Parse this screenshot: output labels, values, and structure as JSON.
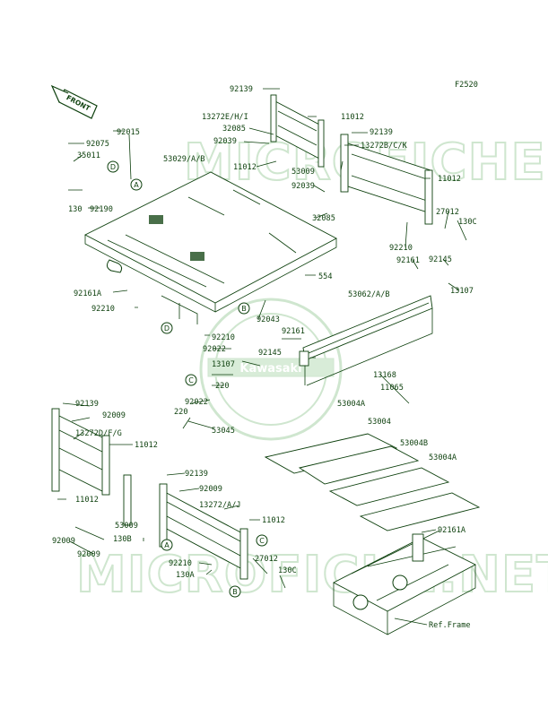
{
  "figure_code": "F2520",
  "front_arrow_label": "FRONT",
  "watermark_text": "MICROFICHE.NET",
  "watermark_brand": "Kawasaki",
  "colors": {
    "ink": "#0c3f0c",
    "watermark": "#cfe6cf",
    "background": "#ffffff"
  },
  "callout_letters": [
    "A",
    "B",
    "C",
    "D"
  ],
  "part_labels": [
    "92139",
    "13272E/H/I",
    "11012",
    "32085",
    "92039",
    "92139",
    "13272B/C/K",
    "11012",
    "53009",
    "11012",
    "92075",
    "92015",
    "35011",
    "53029/A/B",
    "130",
    "92190",
    "92039",
    "32085",
    "27012",
    "130C",
    "92210",
    "92161",
    "92145",
    "13107",
    "554",
    "92161A",
    "92210",
    "92043",
    "53062/A/B",
    "92210",
    "92022",
    "92161",
    "92145",
    "13107",
    "220",
    "13168",
    "11065",
    "92022",
    "220",
    "53045",
    "53004A",
    "53004",
    "53004B",
    "53004A",
    "92139",
    "92009",
    "13272D/F/G",
    "11012",
    "11012",
    "92139",
    "92009",
    "13272/A/J",
    "11012",
    "53009",
    "92009",
    "130B",
    "92009",
    "92210",
    "130A",
    "27012",
    "130C",
    "92161A",
    "Ref.Frame"
  ]
}
